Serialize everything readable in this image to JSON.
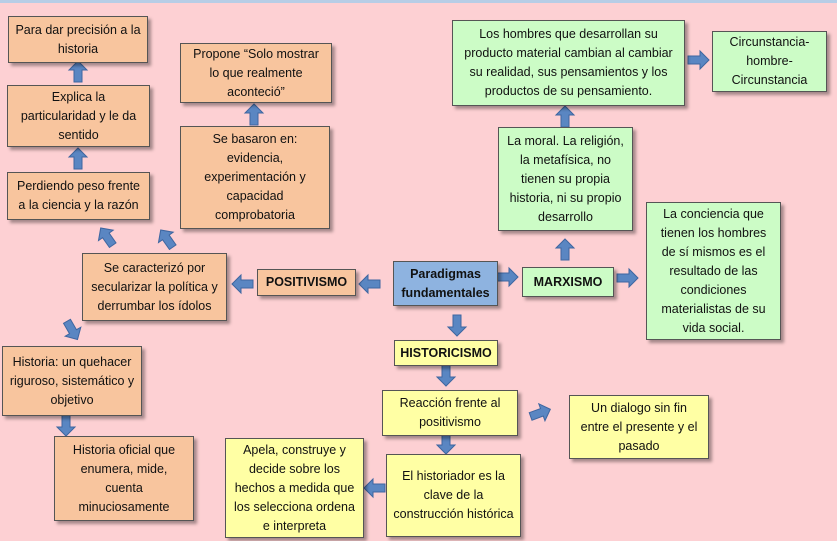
{
  "title": "Paradigmas fundamentales",
  "colors": {
    "background": "#fdd0d3",
    "orange_box": "#f8c59e",
    "green_box": "#ccfcc6",
    "yellow_box": "#ffffa4",
    "center_box": "#8eb3e0",
    "arrow_fill": "#5a86c2",
    "arrow_stroke": "#3e66a0"
  },
  "nodes": {
    "center": "Paradigmas fundamentales",
    "positivismo": {
      "label": "POSITIVISMO",
      "caracterizo": "Se caracterizó por secularizar la política y derrumbar los ídolos",
      "peso": "Perdiendo peso frente a la ciencia y la razón",
      "explica": "Explica la particularidad y le da sentido",
      "precision": "Para dar precisión a la historia",
      "basaron": "Se basaron en: evidencia, experimentación y capacidad comprobatoria",
      "propone": "Propone “Solo mostrar lo que realmente aconteció”",
      "quehacer": "Historia: un quehacer riguroso, sistemático y objetivo",
      "oficial": "Historia oficial que enumera, mide, cuenta minuciosamente"
    },
    "marxismo": {
      "label": "MARXISMO",
      "moral": "La moral. La religión, la metafísica, no tienen su propia historia, ni su propio desarrollo",
      "hombres": "Los hombres que desarrollan su producto material cambian al cambiar su realidad, sus pensamientos y los productos de su pensamiento.",
      "circunstancia": "Circunstancia-hombre-Circunstancia",
      "conciencia": "La conciencia que tienen los hombres de sí mismos es el resultado de las condiciones materialistas de su vida social."
    },
    "historicismo": {
      "label": "HISTORICISMO",
      "reaccion": "Reacción frente al positivismo",
      "dialogo": "Un dialogo sin fin entre el presente y el pasado",
      "historiador": "El historiador es la clave de la construcción histórica",
      "apela": "Apela, construye y decide sobre los hechos a medida que los selecciona ordena e interpreta"
    }
  }
}
